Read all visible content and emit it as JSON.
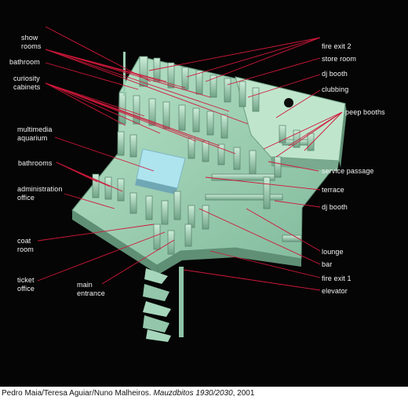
{
  "figure": {
    "background": "#050505",
    "model_color": "#9ccfb2",
    "leader_color": "#d0183a",
    "labels": {
      "show_rooms": "show\nrooms",
      "bathroom": "bathroom",
      "curiosity_cabinets": "curiosity\ncabinets",
      "multimedia_aquarium": "multimedia\naquarium",
      "bathrooms": "bathrooms",
      "administration_office": "administration\noffice",
      "coat_room": "coat\nroom",
      "ticket_office": "ticket\noffice",
      "main_entrance": "main\nentrance",
      "fire_exit_2": "fire exit 2",
      "store_room": "store room",
      "dj_booth_top": "dj booth",
      "clubbing": "clubbing",
      "peep_booths": "peep booths",
      "service_passage": "service passage",
      "terrace": "terrace",
      "dj_booth_bottom": "dj booth",
      "lounge": "lounge",
      "bar": "bar",
      "fire_exit_1": "fire exit 1",
      "elevator": "elevator"
    }
  },
  "caption": {
    "authors": "Pedro Maia/Teresa Aguiar/Nuno Malheiros. ",
    "title": "Mauzdbitos 1930/2030",
    "year": ", 2001"
  }
}
